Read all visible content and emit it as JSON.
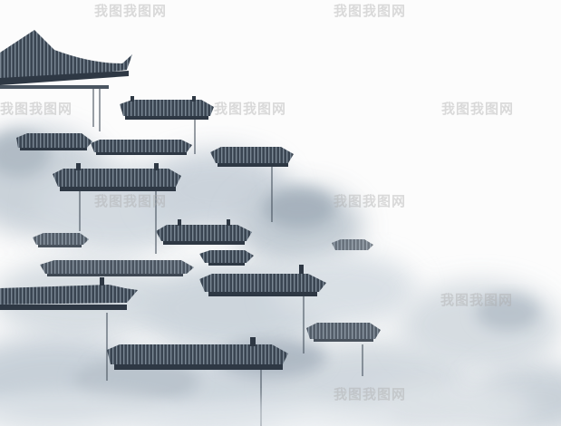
{
  "image": {
    "subject": "ink-wash illustration of layered traditional Chinese eave roofs floating in mist",
    "palette": {
      "background": "#fcfcfc",
      "ink_dark": "#2e3844",
      "ink_mid": "#5a6673",
      "mist": "#b9c3cd",
      "mist_light": "#dfe5ea"
    }
  },
  "watermark": {
    "text": "我图我图网",
    "color": "rgba(170,170,170,0.42)",
    "instances": 9
  }
}
